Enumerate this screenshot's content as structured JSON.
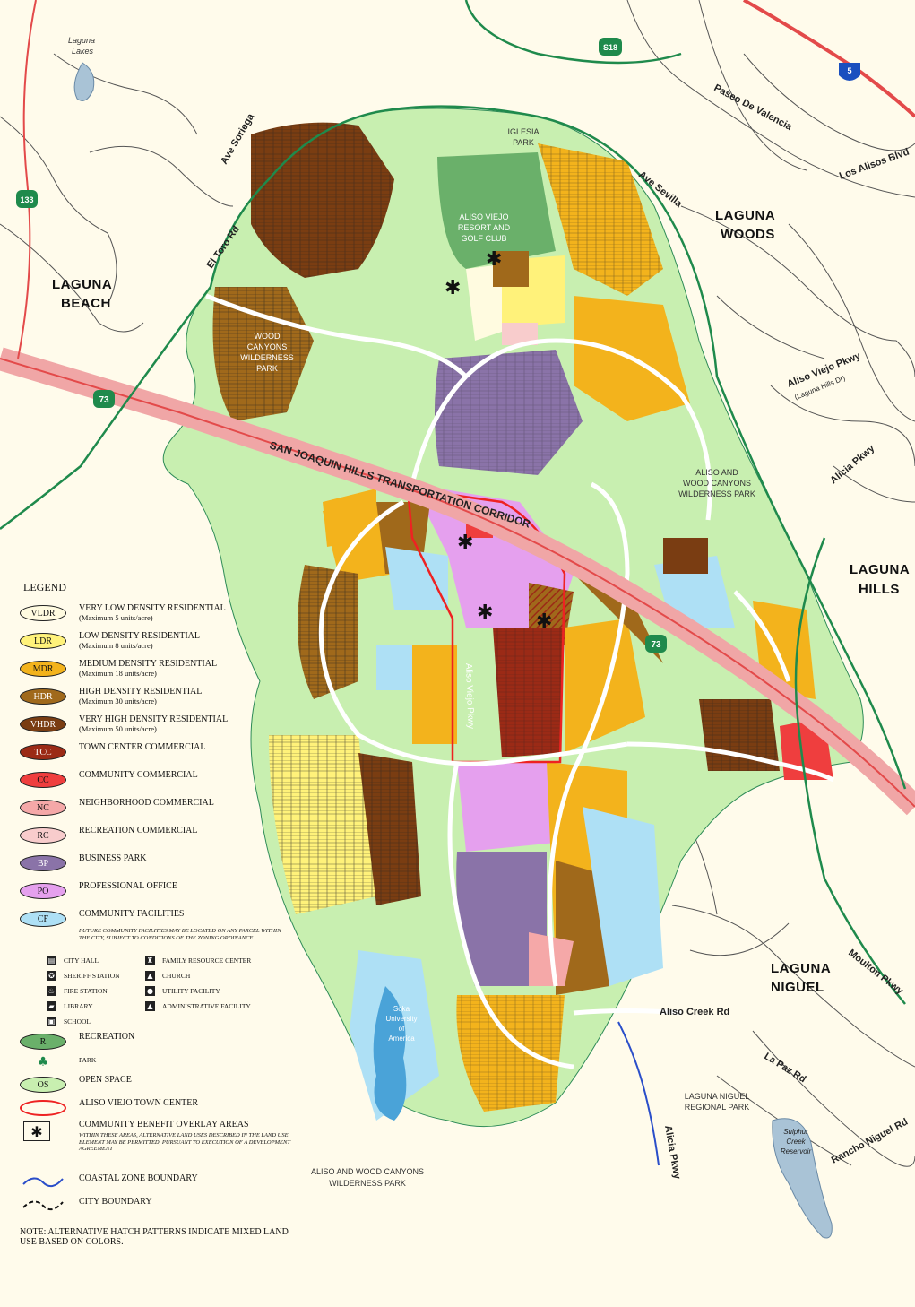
{
  "map": {
    "places": {
      "laguna_beach": [
        "LAGUNA",
        "BEACH"
      ],
      "laguna_woods": [
        "LAGUNA",
        "WOODS"
      ],
      "laguna_hills": [
        "LAGUNA",
        "HILLS"
      ],
      "laguna_niguel": [
        "LAGUNA",
        "NIGUEL"
      ],
      "laguna_lakes": [
        "Laguna",
        "Lakes"
      ],
      "golf_club": [
        "ALISO VIEJO",
        "RESORT AND",
        "GOLF CLUB"
      ],
      "iglesia_park": [
        "IGLESIA",
        "PARK"
      ],
      "wood_canyons_north": [
        "WOOD",
        "CANYONS",
        "WILDERNESS",
        "PARK"
      ],
      "aliso_wood_east": [
        "ALISO AND",
        "WOOD CANYONS",
        "WILDERNESS PARK"
      ],
      "niguel_regional": [
        "LAGUNA NIGUEL",
        "REGIONAL PARK"
      ],
      "aliso_wood_south": [
        "ALISO AND WOOD CANYONS",
        "WILDERNESS PARK"
      ],
      "soka": [
        "Soka",
        "University",
        "of",
        "America"
      ],
      "sulphur": [
        "Sulphur",
        "Creek",
        "Reservoir"
      ]
    },
    "roads": {
      "paseo_valencia": "Paseo De Valencia",
      "los_alisos": "Los Alisos Blvd",
      "ave_sevilla": "Ave Sevilla",
      "ave_soriega": "Ave Soriega",
      "el_toro": "El Toro Rd",
      "aliso_viejo_pkwy_ne": "Aliso Viejo Pkwy",
      "laguna_hills_dr": "(Laguna Hills Dr)",
      "alicia_pkwy_ne": "Alicia Pkwy",
      "corridor": "SAN JOAQUIN HILLS TRANSPORTATION CORRIDOR",
      "aliso_creek": "Aliso Creek Rd",
      "la_paz": "La Paz Rd",
      "rancho_niguel": "Rancho Niguel Rd",
      "moulton": "Moulton Pkwy",
      "alicia_pkwy_s": "Alicia Pkwy",
      "aliso_viejo_pkwy_c": "Aliso Viejo Pkwy"
    },
    "shields": {
      "sr133": "133",
      "sr73_west": "73",
      "sr73_east": "73",
      "i5": "5",
      "sr518": "S18"
    }
  },
  "legend": {
    "title": "LEGEND",
    "items": [
      {
        "code": "VLDR",
        "label": "VERY LOW DENSITY RESIDENTIAL",
        "sub": "(Maximum 5 units/acre)",
        "color": "#fffbe0"
      },
      {
        "code": "LDR",
        "label": "LOW DENSITY RESIDENTIAL",
        "sub": "(Maximum 8 units/acre)",
        "color": "#fff27a"
      },
      {
        "code": "MDR",
        "label": "MEDIUM DENSITY RESIDENTIAL",
        "sub": "(Maximum 18 units/acre)",
        "color": "#f3b31c"
      },
      {
        "code": "HDR",
        "label": "HIGH DENSITY RESIDENTIAL",
        "sub": "(Maximum 30 units/acre)",
        "color": "#a0691b"
      },
      {
        "code": "VHDR",
        "label": "VERY HIGH DENSITY RESIDENTIAL",
        "sub": "(Maximum 50 units/acre)",
        "color": "#7a3d12"
      },
      {
        "code": "TCC",
        "label": "TOWN CENTER COMMERCIAL",
        "sub": "",
        "color": "#9b2a16"
      },
      {
        "code": "CC",
        "label": "COMMUNITY COMMERCIAL",
        "sub": "",
        "color": "#ef3e3e"
      },
      {
        "code": "NC",
        "label": "NEIGHBORHOOD COMMERCIAL",
        "sub": "",
        "color": "#f5a8a8"
      },
      {
        "code": "RC",
        "label": "RECREATION COMMERCIAL",
        "sub": "",
        "color": "#f8cccc"
      },
      {
        "code": "BP",
        "label": "BUSINESS PARK",
        "sub": "",
        "color": "#8a73a8"
      },
      {
        "code": "PO",
        "label": "PROFESSIONAL OFFICE",
        "sub": "",
        "color": "#e5a0ee"
      },
      {
        "code": "CF",
        "label": "COMMUNITY FACILITIES",
        "sub": "",
        "color": "#aee0f5"
      }
    ],
    "cf_note": "FUTURE COMMUNITY FACILITIES MAY BE LOCATED ON ANY PARCEL WITHIN THE CITY, SUBJECT TO CONDITIONS OF THE ZONING ORDINANCE.",
    "symbols": [
      {
        "label": "CITY HALL",
        "icon": "city-hall-icon",
        "glyph": "▤"
      },
      {
        "label": "FAMILY RESOURCE CENTER",
        "icon": "family-resource-icon",
        "glyph": "♜"
      },
      {
        "label": "SHERIFF STATION",
        "icon": "sheriff-icon",
        "glyph": "✪"
      },
      {
        "label": "CHURCH",
        "icon": "church-icon",
        "glyph": "▲"
      },
      {
        "label": "FIRE STATION",
        "icon": "fire-station-icon",
        "glyph": "♨"
      },
      {
        "label": "UTILITY FACILITY",
        "icon": "utility-icon",
        "glyph": "●"
      },
      {
        "label": "LIBRARY",
        "icon": "library-icon",
        "glyph": "▰"
      },
      {
        "label": "ADMINISTRATIVE FACILITY",
        "icon": "admin-icon",
        "glyph": "▲"
      },
      {
        "label": "SCHOOL",
        "icon": "school-icon",
        "glyph": "▣",
        "last": true
      }
    ],
    "items2": [
      {
        "code": "R",
        "label": "RECREATION",
        "color": "#6ab06a"
      },
      {
        "code": "OS",
        "label": "OPEN SPACE",
        "color": "#c8efb0"
      }
    ],
    "park": "PARK",
    "town_center": "ALISO VIEJO TOWN CENTER",
    "benefit": "COMMUNITY BENEFIT OVERLAY AREAS",
    "benefit_note": "WITHIN THESE AREAS, ALTERNATIVE LAND USES DESCRIBED IN THE LAND USE ELEMENT MAY BE PERMITTED, PURSUANT TO EXECUTION OF A DEVELOPMENT AGREEMENT",
    "coastal": "COASTAL ZONE BOUNDARY",
    "city_boundary": "CITY BOUNDARY",
    "note": "NOTE: ALTERNATIVE HATCH PATTERNS INDICATE MIXED LAND USE BASED ON COLORS."
  }
}
